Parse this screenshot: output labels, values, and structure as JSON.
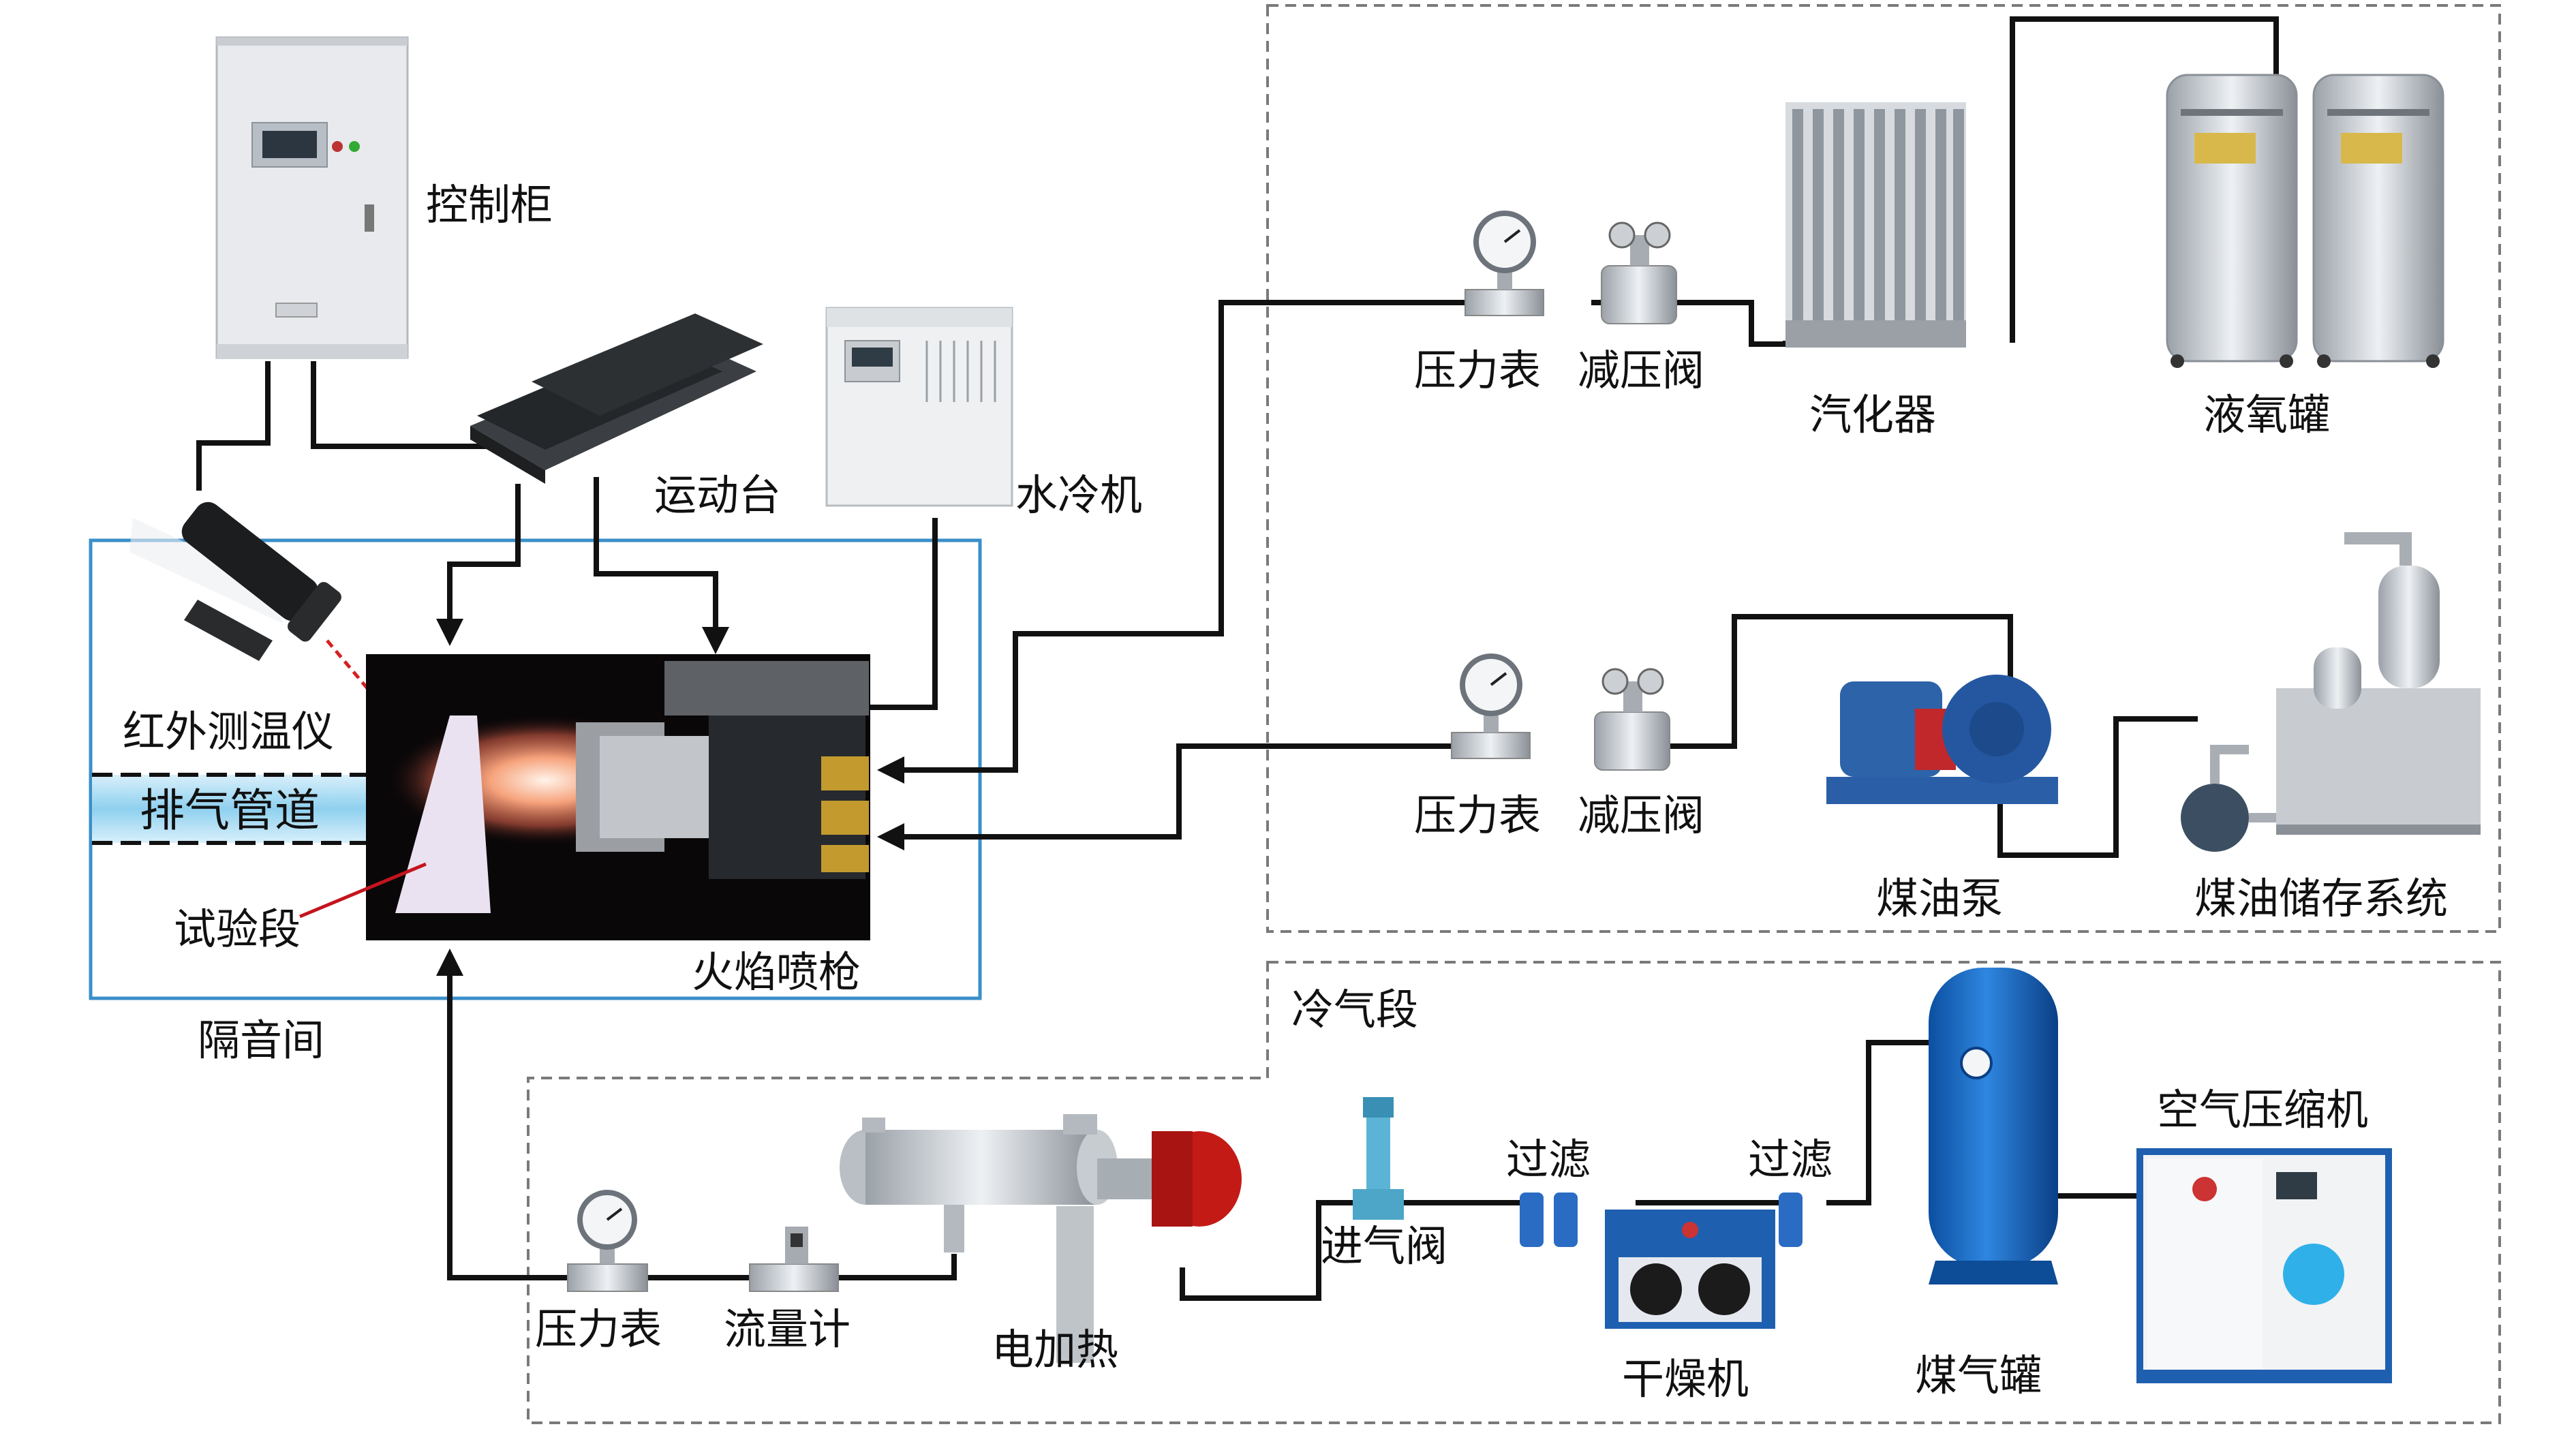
{
  "labels": {
    "control_cabinet": "控制柜",
    "motion_stage": "运动台",
    "water_chiller": "水冷机",
    "ir_thermometer": "红外测温仪",
    "exhaust_duct": "排气管道",
    "test_section": "试验段",
    "flame_gun": "火焰喷枪",
    "sound_room": "隔音间",
    "pressure_gauge": "压力表",
    "reducing_valve": "减压阀",
    "vaporizer": "汽化器",
    "lox_tank": "液氧罐",
    "kerosene_pump": "煤油泵",
    "kerosene_storage": "煤油储存系统",
    "cold_air_section": "冷气段",
    "inlet_valve": "进气阀",
    "filter": "过滤",
    "dryer": "干燥机",
    "gas_tank": "煤气罐",
    "air_compressor": "空气压缩机",
    "flow_meter": "流量计",
    "electric_heater": "电加热"
  }
}
